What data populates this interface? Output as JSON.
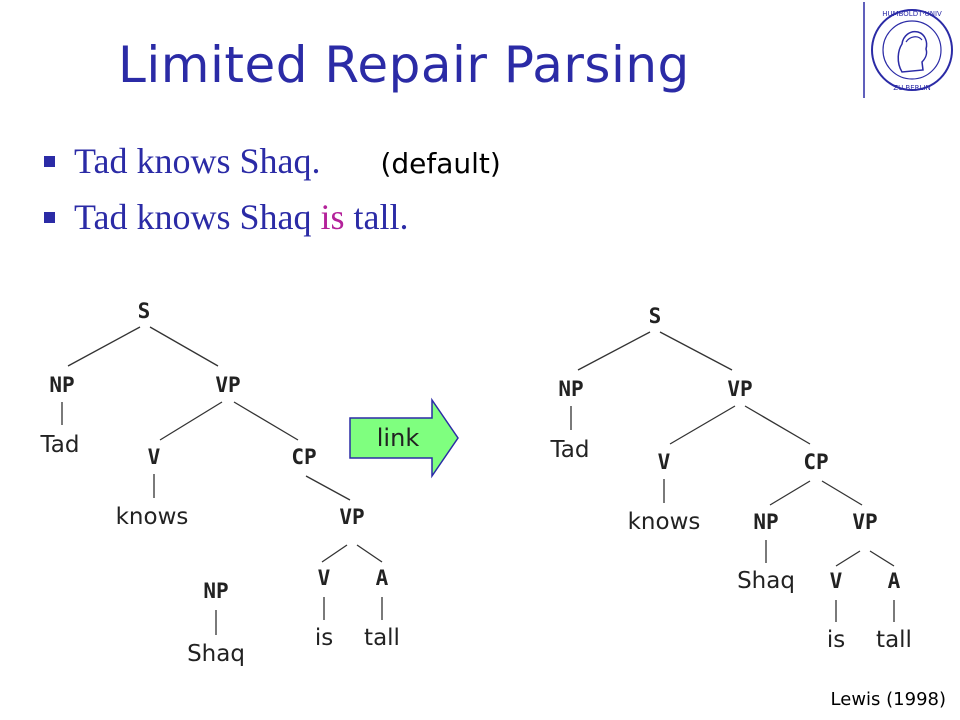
{
  "slide": {
    "title": "Limited Repair Parsing",
    "bullets": [
      {
        "text": "Tad knows Shaq.",
        "note": "(default)"
      },
      {
        "pre": "Tad knows Shaq ",
        "highlight": "is",
        "post": " tall."
      }
    ],
    "citation": "Lewis (1998)"
  },
  "colors": {
    "title": "#2b2ba6",
    "highlight": "#b4229a",
    "arrow_fill": "#7fff7f"
  },
  "diagram": {
    "arrow_label": "link",
    "left_tree": {
      "S": "S",
      "NP": "NP",
      "VP": "VP",
      "Tad": "Tad",
      "V": "V",
      "CP": "CP",
      "knows": "knows",
      "VP2": "VP",
      "V2": "V",
      "A": "A",
      "is": "is",
      "tall": "tall",
      "NP_detached": "NP",
      "Shaq": "Shaq"
    },
    "right_tree": {
      "S": "S",
      "NP": "NP",
      "VP": "VP",
      "Tad": "Tad",
      "V": "V",
      "CP": "CP",
      "knows": "knows",
      "NP2": "NP",
      "VP2": "VP",
      "Shaq": "Shaq",
      "V2": "V",
      "A": "A",
      "is": "is",
      "tall": "tall"
    }
  },
  "logo": {
    "icon": "university-seal-icon",
    "text": "HUMBOLDT-UNIVERSITÄT ZU BERLIN"
  }
}
